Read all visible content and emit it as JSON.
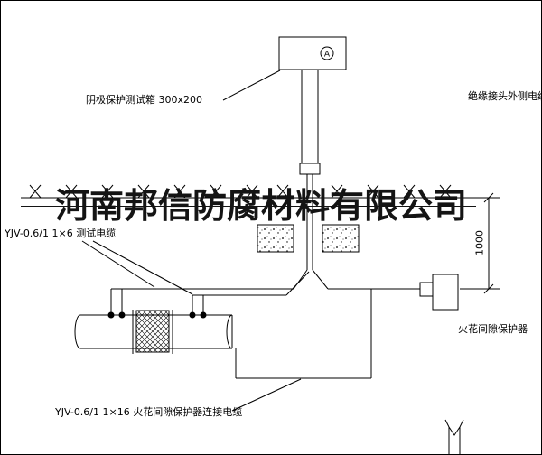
{
  "watermark": {
    "text": "河南邦信防腐材料有限公司"
  },
  "labels": {
    "test_box": "阴极保护测试箱 300x200",
    "insulated_joint_cable": "绝缘接头外侧电缆",
    "test_cable": "YJV-0.6/1 1×6  测试电缆",
    "spark_gap_protector": "火花间隙保护器",
    "connection_cable": "YJV-0.6/1 1×16  火花间隙保护器连接电缆"
  },
  "dimension": {
    "depth": "1000"
  },
  "symbols": {
    "meter": "A"
  },
  "colors": {
    "line": "#000000",
    "background": "#ffffff",
    "watermark": "#141414"
  }
}
